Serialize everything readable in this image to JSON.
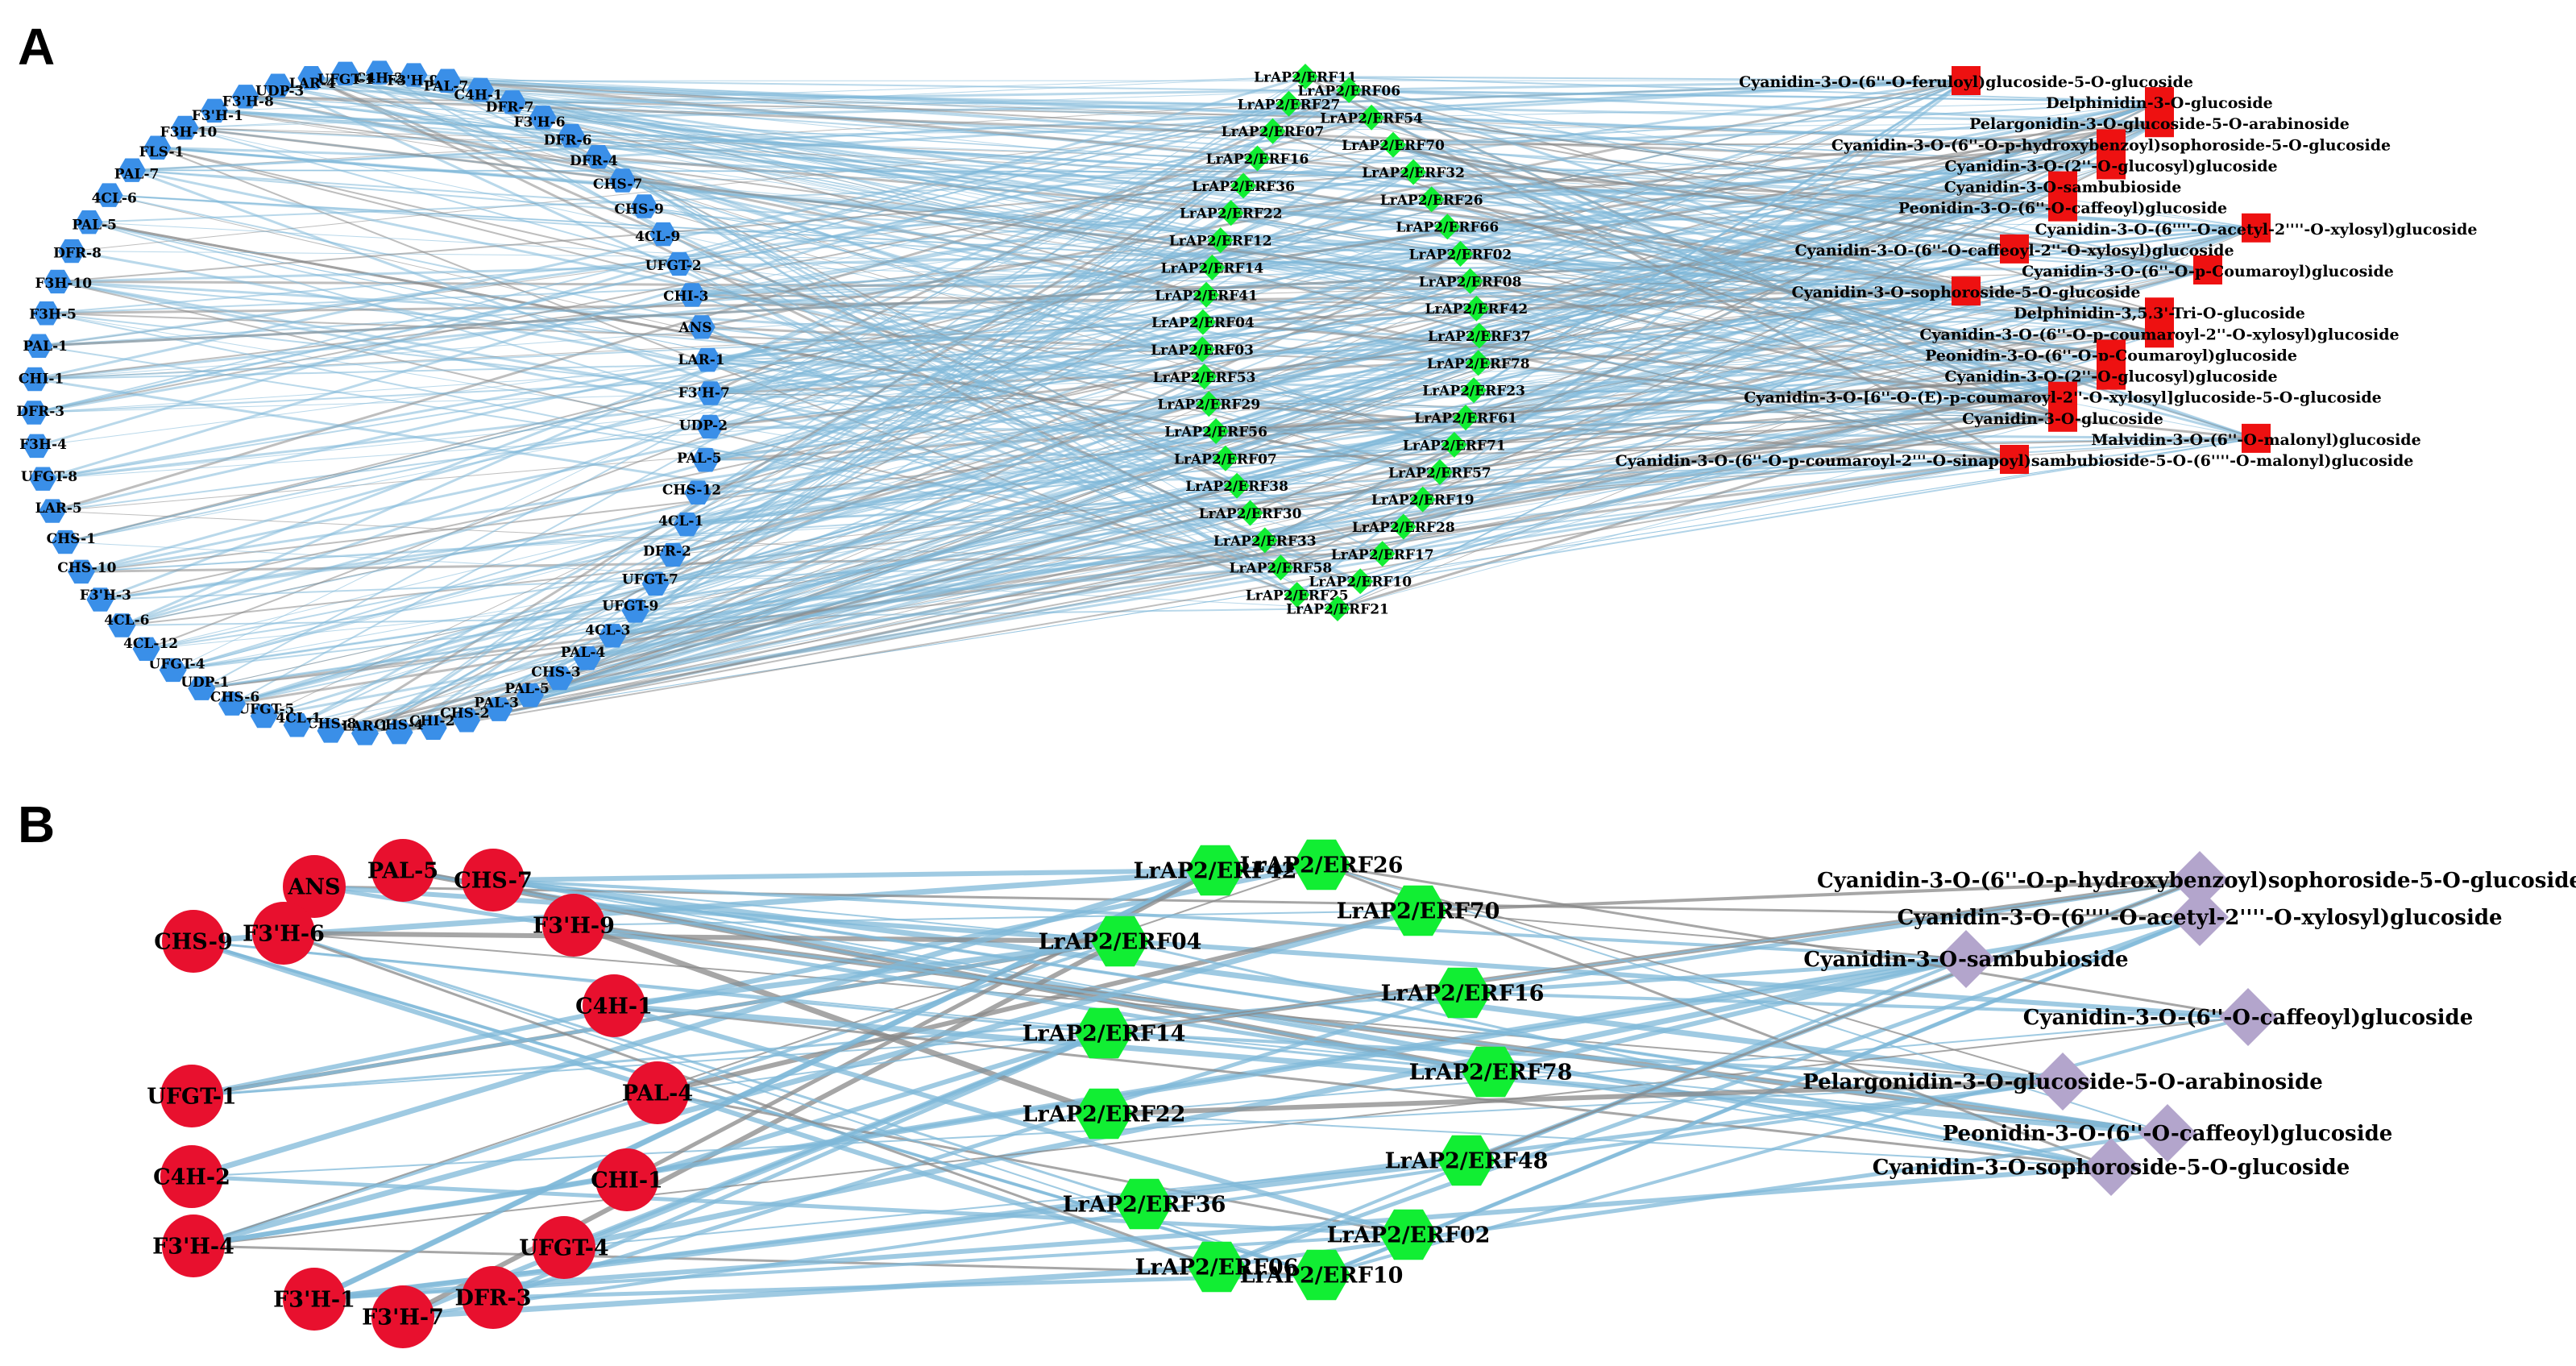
{
  "panels": [
    {
      "letter": "A",
      "genes": [
        "C4H-2",
        "F3'H-9",
        "PAL-7",
        "C4H-1",
        "DFR-7",
        "F3'H-6",
        "DFR-6",
        "DFR-4",
        "CHS-7",
        "CHS-9",
        "4CL-9",
        "UFGT-2",
        "CHI-3",
        "ANS",
        "LAR-1",
        "F3'H-7",
        "UDP-2",
        "PAL-5",
        "CHS-12",
        "4CL-1",
        "DFR-2",
        "UFGT-7",
        "UFGT-9",
        "4CL-3",
        "PAL-4",
        "CHS-3",
        "PAL-5",
        "PAL-3",
        "CHS-2",
        "CHI-2",
        "CHS-4",
        "LAR-1",
        "CHS-8",
        "4CL-1",
        "UFGT-5",
        "CHS-6",
        "UDP-1",
        "UFGT-4",
        "4CL-12",
        "4CL-6",
        "F3'H-3",
        "CHS-10",
        "CHS-1",
        "LAR-5",
        "UFGT-8",
        "F3H-4",
        "DFR-3",
        "CHI-1",
        "PAL-1",
        "F3H-5",
        "F3H-10",
        "DFR-8",
        "PAL-5",
        "4CL-6",
        "PAL-7",
        "FLS-1",
        "F3H-10",
        "F3'H-1",
        "F3'H-8",
        "UDP-3",
        "LAR-4",
        "UFGT-1"
      ],
      "tfs": [
        "LrAP2/ERF11",
        "LrAP2/ERF06",
        "LrAP2/ERF27",
        "LrAP2/ERF54",
        "LrAP2/ERF07",
        "LrAP2/ERF70",
        "LrAP2/ERF16",
        "LrAP2/ERF32",
        "LrAP2/ERF36",
        "LrAP2/ERF26",
        "LrAP2/ERF22",
        "LrAP2/ERF66",
        "LrAP2/ERF12",
        "LrAP2/ERF02",
        "LrAP2/ERF14",
        "LrAP2/ERF08",
        "LrAP2/ERF41",
        "LrAP2/ERF42",
        "LrAP2/ERF04",
        "LrAP2/ERF37",
        "LrAP2/ERF03",
        "LrAP2/ERF78",
        "LrAP2/ERF53",
        "LrAP2/ERF23",
        "LrAP2/ERF29",
        "LrAP2/ERF61",
        "LrAP2/ERF56",
        "LrAP2/ERF71",
        "LrAP2/ERF07",
        "LrAP2/ERF57",
        "LrAP2/ERF38",
        "LrAP2/ERF19",
        "LrAP2/ERF30",
        "LrAP2/ERF28",
        "LrAP2/ERF33",
        "LrAP2/ERF17",
        "LrAP2/ERF58",
        "LrAP2/ERF10",
        "LrAP2/ERF25",
        "LrAP2/ERF21"
      ],
      "metabolites": [
        "Cyanidin-3-O-(6''-O-feruloyl)glucoside-5-O-glucoside",
        "Delphinidin-3-O-glucoside",
        "Pelargonidin-3-O-glucoside-5-O-arabinoside",
        "Cyanidin-3-O-(6''-O-p-hydroxybenzoyl)sophoroside-5-O-glucoside",
        "Cyanidin-3-O-(2''-O-glucosyl)glucoside",
        "Cyanidin-3-O-sambubioside",
        "Peonidin-3-O-(6''-O-caffeoyl)glucoside",
        "Cyanidin-3-O-(6''''-O-acetyl-2''''-O-xylosyl)glucoside",
        "Cyanidin-3-O-(6''-O-caffeoyl-2''-O-xylosyl)glucoside",
        "Cyanidin-3-O-(6''-O-p-Coumaroyl)glucoside",
        "Cyanidin-3-O-sophoroside-5-O-glucoside",
        "Delphinidin-3,5,3'-Tri-O-glucoside",
        "Cyanidin-3-O-(6''-O-p-coumaroyl-2''-O-xylosyl)glucoside",
        "Peonidin-3-O-(6''-O-p-Coumaroyl)glucoside",
        "Cyanidin-3-O-(2''-O-glucosyl)glucoside",
        "Cyanidin-3-O-[6''-O-(E)-p-coumaroyl-2''-O-xylosyl]glucoside-5-O-glucoside",
        "Cyanidin-3-O-glucoside",
        "Malvidin-3-O-(6''-O-malonyl)glucoside",
        "Cyanidin-3-O-(6''-O-p-coumaroyl-2'''-O-sinapoyl)sambubioside-5-O-(6''''-O-malonyl)glucoside"
      ]
    },
    {
      "letter": "B",
      "genes": [
        "ANS",
        "PAL-5",
        "CHS-7",
        "F3'H-6",
        "F3'H-9",
        "CHS-9",
        "C4H-1",
        "UFGT-1",
        "PAL-4",
        "C4H-2",
        "CHI-1",
        "F3'H-4",
        "UFGT-4",
        "F3'H-1",
        "F3'H-7",
        "DFR-3"
      ],
      "tfs": [
        "LrAP2/ERF42",
        "LrAP2/ERF26",
        "LrAP2/ERF70",
        "LrAP2/ERF04",
        "LrAP2/ERF16",
        "LrAP2/ERF14",
        "LrAP2/ERF78",
        "LrAP2/ERF22",
        "LrAP2/ERF48",
        "LrAP2/ERF36",
        "LrAP2/ERF02",
        "LrAP2/ERF06",
        "LrAP2/ERF10"
      ],
      "metabolites": [
        "Cyanidin-3-O-(6''-O-p-hydroxybenzoyl)sophoroside-5-O-glucoside",
        "Cyanidin-3-O-(6''''-O-acetyl-2''''-O-xylosyl)glucoside",
        "Cyanidin-3-O-sambubioside",
        "Cyanidin-3-O-(6''-O-caffeoyl)glucoside",
        "Pelargonidin-3-O-glucoside-5-O-arabinoside",
        "Peonidin-3-O-(6''-O-caffeoyl)glucoside",
        "Cyanidin-3-O-sophoroside-5-O-glucoside"
      ]
    }
  ],
  "colors": {
    "gene_a": "#3a8fe8",
    "gene_b": "#e8102e",
    "tf": "#11ee33",
    "metabolite_a": "#ee1111",
    "metabolite_b": "#b3a5cc",
    "edge_positive": "#7fb8d8",
    "edge_negative": "#888888"
  },
  "icons": {
    "gene_a": "hexagon",
    "gene_b": "circle",
    "tf": "diamond (A) / hexagon (B)",
    "metabolite_a": "square",
    "metabolite_b": "diamond"
  }
}
